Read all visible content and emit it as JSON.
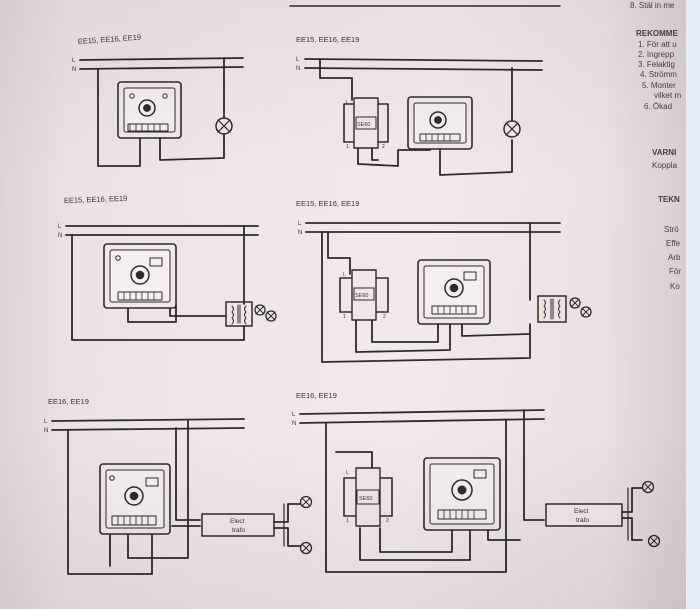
{
  "headings": {
    "d1": "EE15, EE16, EE19",
    "d2": "EE15, EE16, EE19",
    "d3": "EE15, EE16, EE19",
    "d4": "EE15, EE16, EE19",
    "d5": "EE16, EE19",
    "d6": "EE16, EE19"
  },
  "line_labels": {
    "phase": "L",
    "neutral": "N"
  },
  "switch_label": "SE60",
  "switch_terminals": {
    "left": "L",
    "one": "1",
    "two": "2"
  },
  "elect_trafo_label": {
    "line1": "Elect",
    "line2": "trafo"
  },
  "side_text": {
    "top": "8. Stäl in me",
    "rekommend": {
      "heading": "REKOMME",
      "items": [
        "1. För att u",
        "2. Ingrepp",
        "3. Felaktig",
        "4. Strömm",
        "5. Monter",
        "vilket m",
        "6. Ökad"
      ]
    },
    "varning": {
      "heading": "VARNI",
      "line": "Koppla"
    },
    "tekn": {
      "heading": "TEKN",
      "items": [
        "Strö",
        "Effe",
        "Arb",
        "För",
        "Ko"
      ]
    }
  }
}
